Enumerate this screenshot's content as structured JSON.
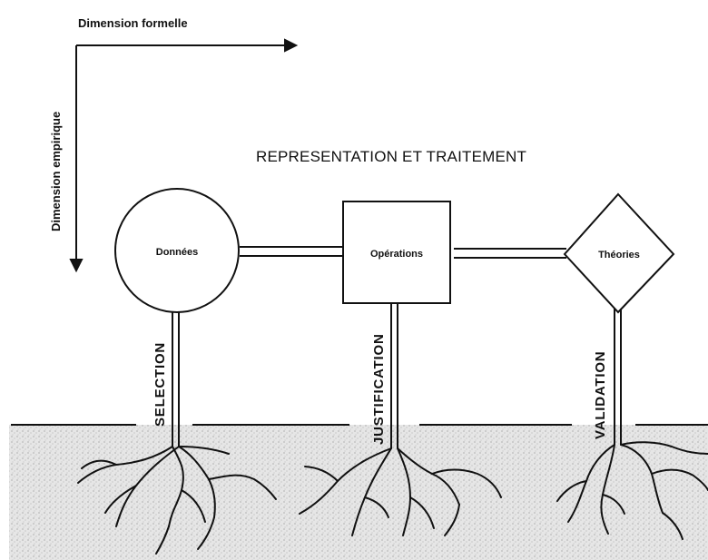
{
  "diagram": {
    "title": "REPRESENTATION  ET  TRAITEMENT",
    "axes": {
      "horizontal_label": "Dimension formelle",
      "vertical_label": "Dimension empirique"
    },
    "nodes": [
      {
        "id": "donnees",
        "shape": "circle",
        "label": "Données"
      },
      {
        "id": "operations",
        "shape": "square",
        "label": "Opérations"
      },
      {
        "id": "theories",
        "shape": "diamond",
        "label": "Théories"
      }
    ],
    "stem_labels": [
      "SELECTION",
      "JUSTIFICATION",
      "VALIDATION"
    ],
    "connections": [
      {
        "from": "donnees",
        "to": "operations",
        "style": "double-line"
      },
      {
        "from": "operations",
        "to": "theories",
        "style": "double-line"
      }
    ],
    "colors": {
      "ink": "#111111",
      "ground": "#e3e3e3",
      "background": "#ffffff"
    }
  }
}
